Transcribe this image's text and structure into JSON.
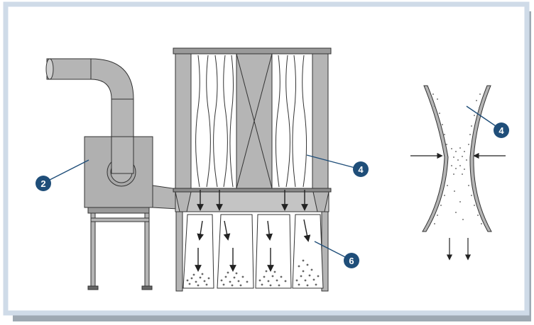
{
  "colors": {
    "frame_border": "#cfdbe8",
    "frame_shadow": "#9ea9b3",
    "metal": "#b5b5b5",
    "metal_dark": "#9a9a9a",
    "outline": "#333333",
    "callout": "#1f4e79",
    "leader": "#1f4e79"
  },
  "callouts": [
    {
      "id": "filter-machine-inlet",
      "label": "2"
    },
    {
      "id": "filter-bag",
      "label": "4"
    },
    {
      "id": "collection-bin",
      "label": "6"
    },
    {
      "id": "bag-detail",
      "label": "4"
    }
  ],
  "icons": {
    "arrow": "arrow-down-icon",
    "particle": "dust-particle-icon"
  }
}
